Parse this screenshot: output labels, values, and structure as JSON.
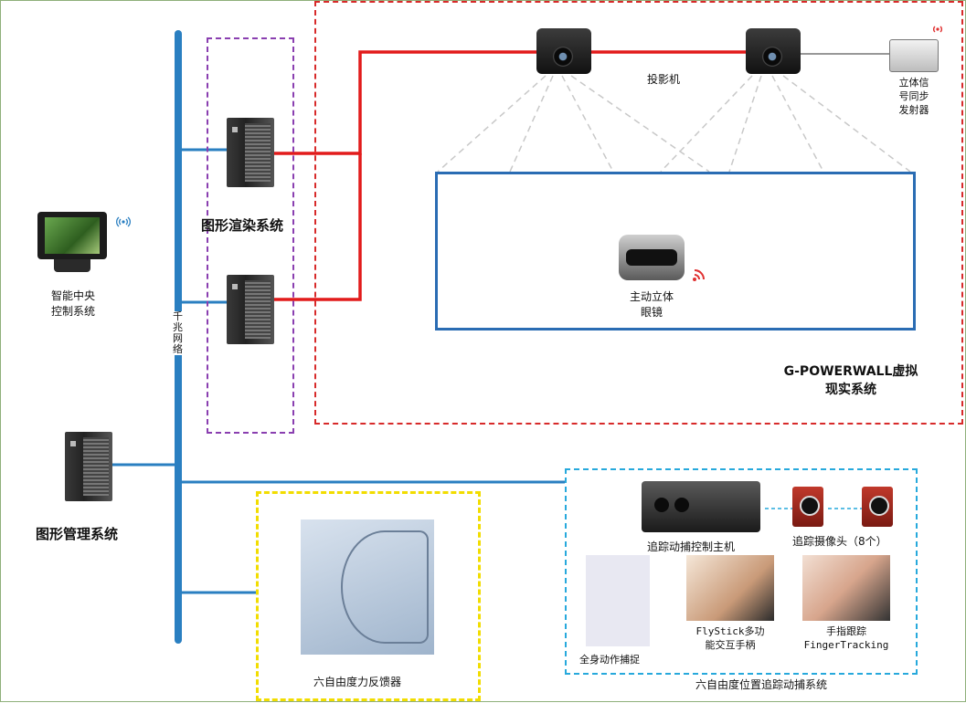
{
  "labels": {
    "projector": "投影机",
    "stereo_emitter": [
      "立体信",
      "号同步",
      "发射器"
    ],
    "render_system": "图形渲染系统",
    "smart_control": [
      "智能中央",
      "控制系统"
    ],
    "gigabit_network": "千兆网络",
    "stereo_glasses": [
      "主动立体",
      "眼镜"
    ],
    "powerwall": [
      "G-POWERWALL虚拟",
      "现实系统"
    ],
    "graphics_mgmt": "图形管理系统",
    "tracking_host": "追踪动捕控制主机",
    "tracking_camera": "追踪摄像头（8个）",
    "fullbody_capture": "全身动作捕捉",
    "flystick": [
      "FlyStick多功",
      "能交互手柄"
    ],
    "finger_tracking": [
      "手指跟踪",
      "FingerTracking"
    ],
    "force_feedback": "六自由度力反馈器",
    "tracking_system": "六自由度位置追踪动捕系统"
  },
  "colors": {
    "network": "#2a7fc1",
    "video_link": "#e21b1b",
    "wall": "#2a6cb3",
    "render_box": "#8a3fb0",
    "vr_box": "#d72a2a",
    "haptic_box": "#f2dd00",
    "tracking_box": "#27a9dc",
    "wireless": "#e03131"
  }
}
